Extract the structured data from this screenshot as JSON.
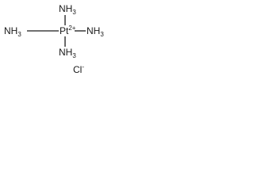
{
  "structure": {
    "ligand_top": {
      "main": "NH",
      "sub": "3"
    },
    "ligand_left": {
      "main": "NH",
      "sub": "3"
    },
    "ligand_right": {
      "main": "NH",
      "sub": "3"
    },
    "ligand_bottom": {
      "main": "NH",
      "sub": "3"
    },
    "metal": {
      "symbol": "Pt",
      "charge": "2+"
    },
    "counterion": {
      "symbol": "Cl",
      "charge": "-"
    }
  }
}
